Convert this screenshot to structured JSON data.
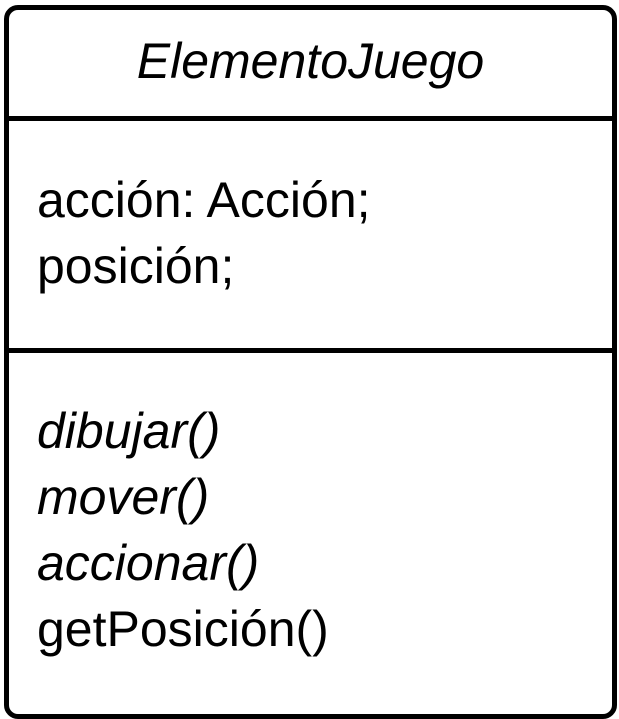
{
  "class_box": {
    "name": "ElementoJuego",
    "attributes": [
      "acción: Acción;",
      "posición;"
    ],
    "methods": [
      {
        "text": "dibujar()",
        "abstract": true
      },
      {
        "text": "mover()",
        "abstract": true
      },
      {
        "text": "accionar()",
        "abstract": true
      },
      {
        "text": "getPosición()",
        "abstract": false
      }
    ],
    "colors": {
      "border": "#000000",
      "background": "#ffffff",
      "text": "#000000"
    }
  }
}
